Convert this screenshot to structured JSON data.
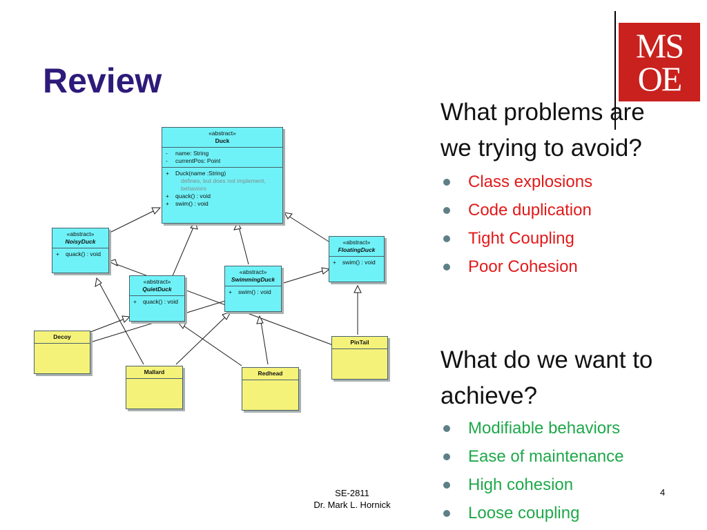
{
  "slide": {
    "title": "Review",
    "logo_lines": [
      "MS",
      "OE"
    ],
    "question1": "What problems are we trying to avoid?",
    "problems": [
      "Class explosions",
      "Code duplication",
      "Tight Coupling",
      "Poor Cohesion"
    ],
    "question2": "What do we want to achieve?",
    "goals": [
      "Modifiable behaviors",
      "Ease of maintenance",
      "High cohesion",
      "Loose coupling"
    ],
    "footer_course": "SE-2811",
    "footer_author": "Dr. Mark L. Hornick",
    "page_number": "4",
    "colors": {
      "title": "#2e1a7a",
      "problem_text": "#e11919",
      "goal_text": "#1fa84a",
      "abstract_class_fill": "#6ff2f7",
      "concrete_class_fill": "#f5f27a"
    }
  },
  "diagram": {
    "duck": {
      "stereotype": "«abstract»",
      "name": "Duck",
      "attributes": [
        {
          "vis": "-",
          "text": "name:  String"
        },
        {
          "vis": "-",
          "text": "currentPos:  Point"
        }
      ],
      "operations": [
        {
          "vis": "+",
          "text": "Duck(name :String)"
        },
        {
          "vis": "+",
          "text": "quack() : void"
        },
        {
          "vis": "+",
          "text": "swim() : void"
        }
      ],
      "note_lines": [
        "defines, but does not implement,",
        "behaviors"
      ]
    },
    "noisy": {
      "stereotype": "«abstract»",
      "name": "NoisyDuck",
      "op_vis": "+",
      "op": "quack() : void"
    },
    "quiet": {
      "stereotype": "«abstract»",
      "name": "QuietDuck",
      "op_vis": "+",
      "op": "quack() : void"
    },
    "swimming": {
      "stereotype": "«abstract»",
      "name": "SwimmingDuck",
      "op_vis": "+",
      "op": "swim() : void"
    },
    "floating": {
      "stereotype": "«abstract»",
      "name": "FloatingDuck",
      "op_vis": "+",
      "op": "swim() : void"
    },
    "decoy": {
      "name": "Decoy"
    },
    "mallard": {
      "name": "Mallard"
    },
    "redhead": {
      "name": "Redhead"
    },
    "pintail": {
      "name": "PinTail"
    }
  }
}
